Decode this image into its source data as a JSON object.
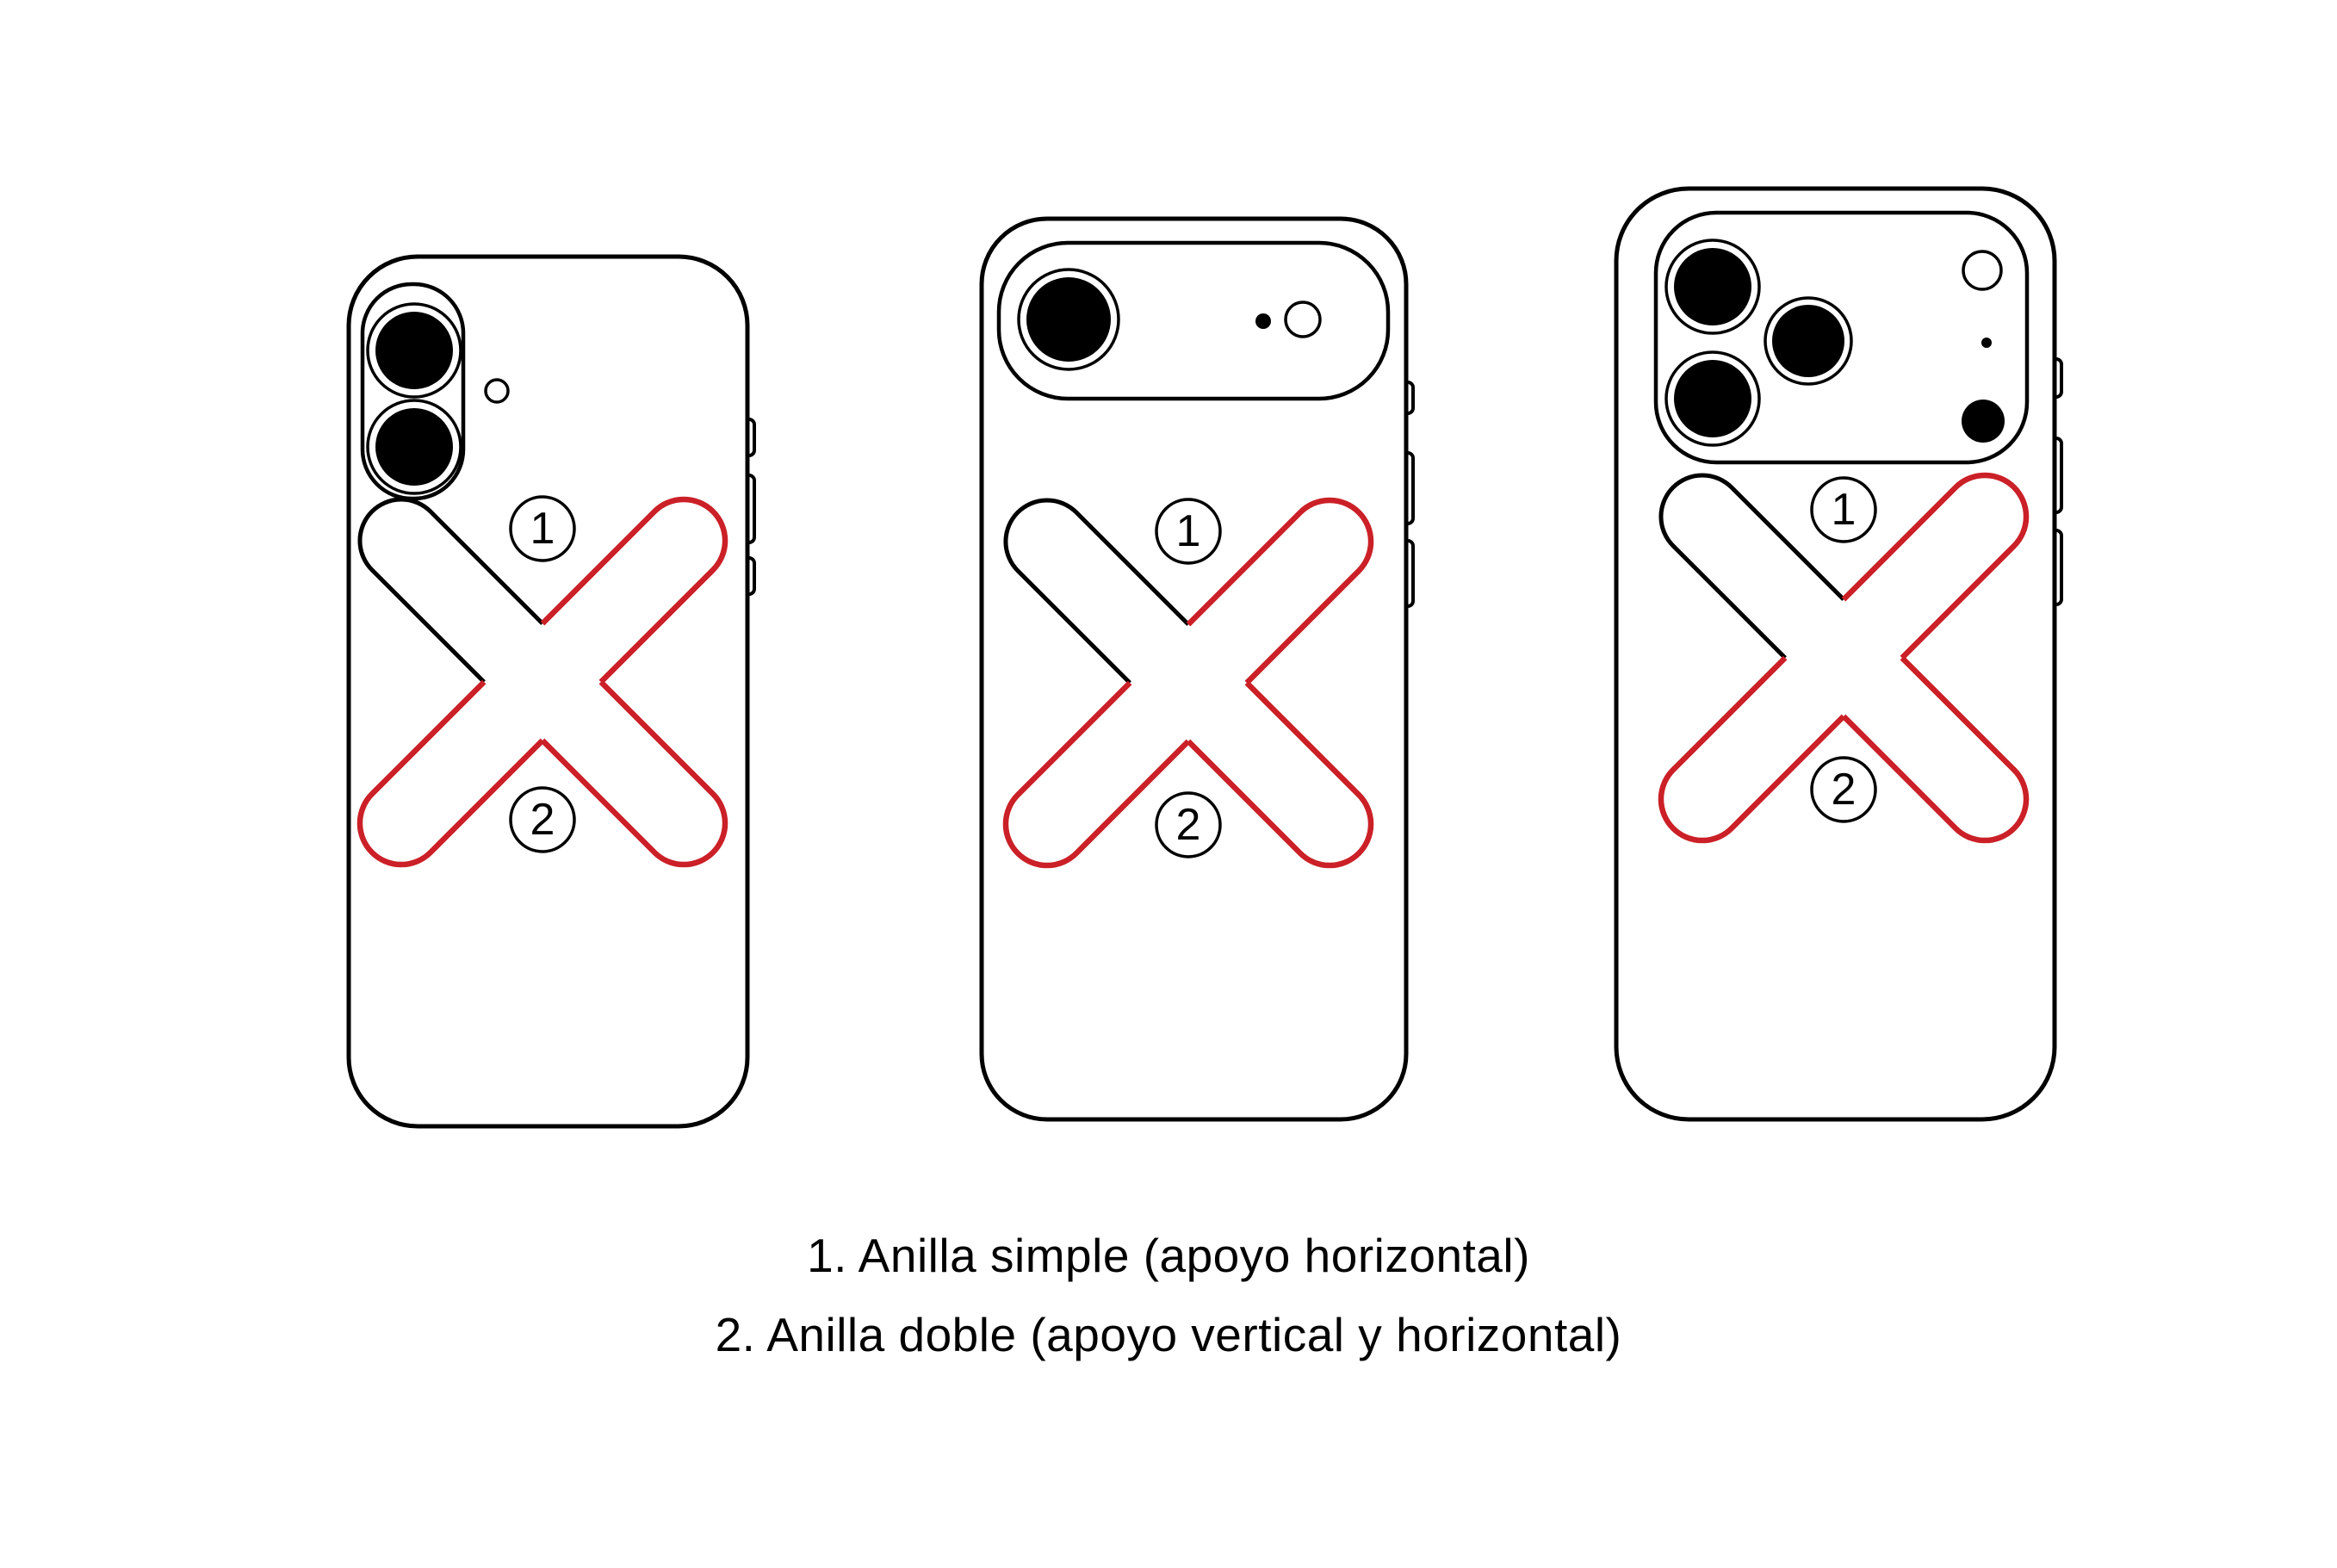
{
  "diagram": {
    "caption": {
      "line1": "1. Anilla simple (apoyo horizontal)",
      "line2": "2. Anilla doble (apoyo vertical y horizontal)"
    },
    "badges": {
      "ring1": "1",
      "ring2": "2"
    },
    "colors": {
      "accent_red": "#cb2027",
      "outline_black": "#000000",
      "lens_black": "#000000",
      "background": "#ffffff"
    },
    "phones": [
      {
        "name": "phone-back-dual-vertical-camera"
      },
      {
        "name": "phone-back-horizontal-camera-bar"
      },
      {
        "name": "phone-back-triple-camera"
      }
    ]
  }
}
